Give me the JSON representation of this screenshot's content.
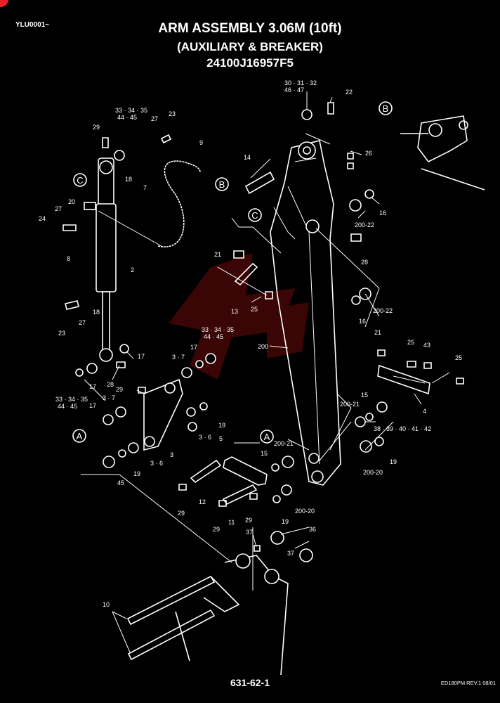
{
  "header": {
    "code": "YLU0001~",
    "title": "ARM ASSEMBLY 3.06M (10ft)",
    "subtitle": "(AUXILIARY & BREAKER)",
    "part_number": "24100J16957F5"
  },
  "footer": {
    "page": "631-62-1",
    "revision": "ED180PM REV.1  08/01"
  },
  "callouts": [
    "A",
    "B",
    "C"
  ],
  "labels": {
    "p29": "29",
    "p3334_1": "33 · 34 · 35",
    "p4445_1": "44 · 45",
    "p27a": "27",
    "p23a": "23",
    "p18a": "18",
    "p7": "7",
    "p9": "9",
    "p27b": "27",
    "p20": "20",
    "p24": "24",
    "p8": "8",
    "p2": "2",
    "p18b": "18",
    "p23b": "23",
    "p27c": "27",
    "p3032": "30 · 31 · 32",
    "p4647": "46 · 47",
    "p22": "22",
    "p14": "14",
    "p26": "26",
    "p16a": "16",
    "p200_22a": "200-22",
    "p21a": "21",
    "p28a": "28",
    "p13": "13",
    "p25a": "25",
    "p16b": "16",
    "p200_22b": "200-22",
    "p3334_2": "33 · 34 · 35",
    "p4445_2": "44 · 45",
    "p200": "200",
    "p17a": "17",
    "p3_7a": "3 · 7",
    "p17b": "17",
    "p28b": "28",
    "p3334_3": "33 · 34 · 35",
    "p4445_3": "44 · 45",
    "p17c": "17",
    "p29b": "29",
    "p3_7b": "3 · 7",
    "p3_6a": "3 · 6",
    "p19a": "19",
    "p3_6b": "3 · 6",
    "p3": "3",
    "p45": "45",
    "p19b": "19",
    "p5": "5",
    "p200_21a": "200-21",
    "p15a": "15",
    "p21b": "21",
    "p25b": "25",
    "p43": "43",
    "p25c": "25",
    "p4": "4",
    "p15b": "15",
    "p200_21b": "200-21",
    "p3842": "38 · 39 · 40 · 41 · 42",
    "p19c": "19",
    "p200_20a": "200-20",
    "p12": "12",
    "p29c": "29",
    "p29d": "29",
    "p11": "11",
    "p29e": "29",
    "p19d": "19",
    "p200_20b": "200-20",
    "p36": "36",
    "p37a": "37",
    "p37b": "37",
    "p10": "10"
  },
  "colors": {
    "background": "#000000",
    "line": "#ffffff",
    "watermark": "#6b0a0a",
    "corner_badge": "#e8202a"
  }
}
